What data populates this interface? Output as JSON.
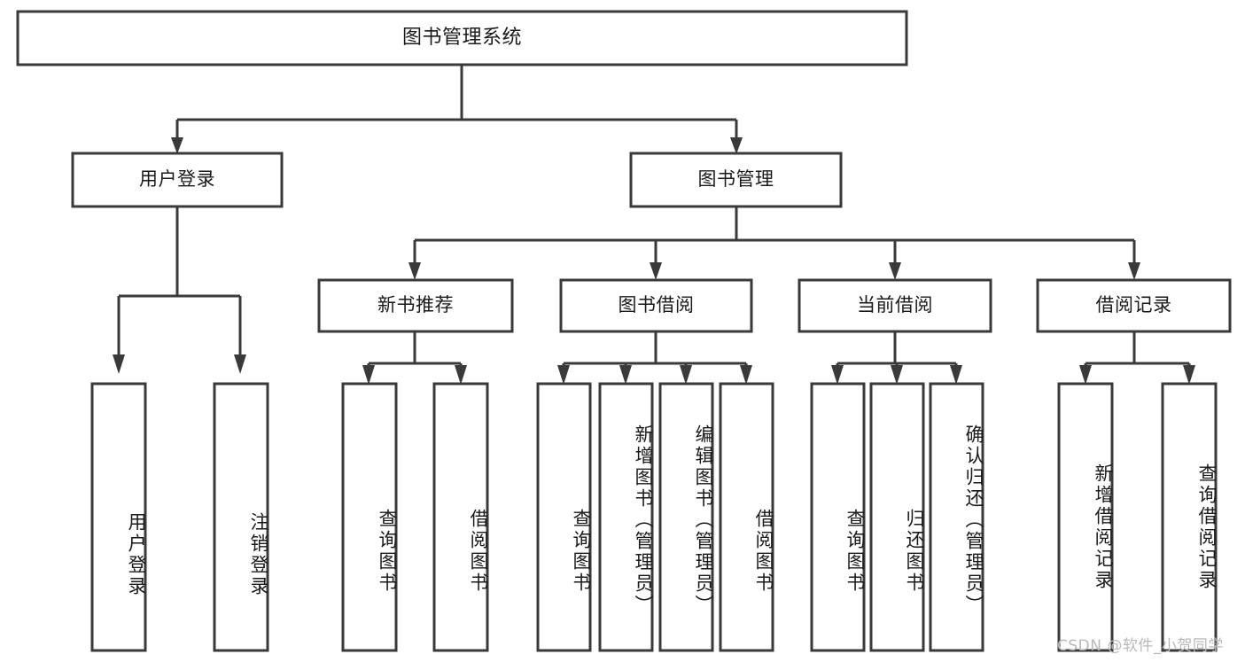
{
  "diagram": {
    "title": "图书管理系统",
    "type": "hierarchy-tree",
    "colors": {
      "stroke": "#3a3a3a",
      "fill": "#ffffff",
      "text": "#1a1a1a",
      "background": "#ffffff",
      "watermark": "#b9b9b9"
    },
    "root": {
      "label": "图书管理系统"
    },
    "level2": [
      {
        "label": "用户登录"
      },
      {
        "label": "图书管理"
      }
    ],
    "level3": [
      {
        "label": "新书推荐"
      },
      {
        "label": "图书借阅"
      },
      {
        "label": "当前借阅"
      },
      {
        "label": "借阅记录"
      }
    ],
    "leaves": {
      "user_login": [
        {
          "label": "用户登录"
        },
        {
          "label": "注销登录"
        }
      ],
      "new_book_recommend": [
        {
          "label": "查询图书"
        },
        {
          "label": "借阅图书"
        }
      ],
      "book_borrow": [
        {
          "label": "查询图书"
        },
        {
          "label": "新增图书（管理员）"
        },
        {
          "label": "编辑图书（管理员）"
        },
        {
          "label": "借阅图书"
        }
      ],
      "current_borrow": [
        {
          "label": "查询图书"
        },
        {
          "label": "归还图书"
        },
        {
          "label": "确认归还（管理员）"
        }
      ],
      "borrow_record": [
        {
          "label": "新增借阅记录"
        },
        {
          "label": "查询借阅记录"
        }
      ]
    },
    "watermark": "CSDN @软件_小贺同学"
  }
}
